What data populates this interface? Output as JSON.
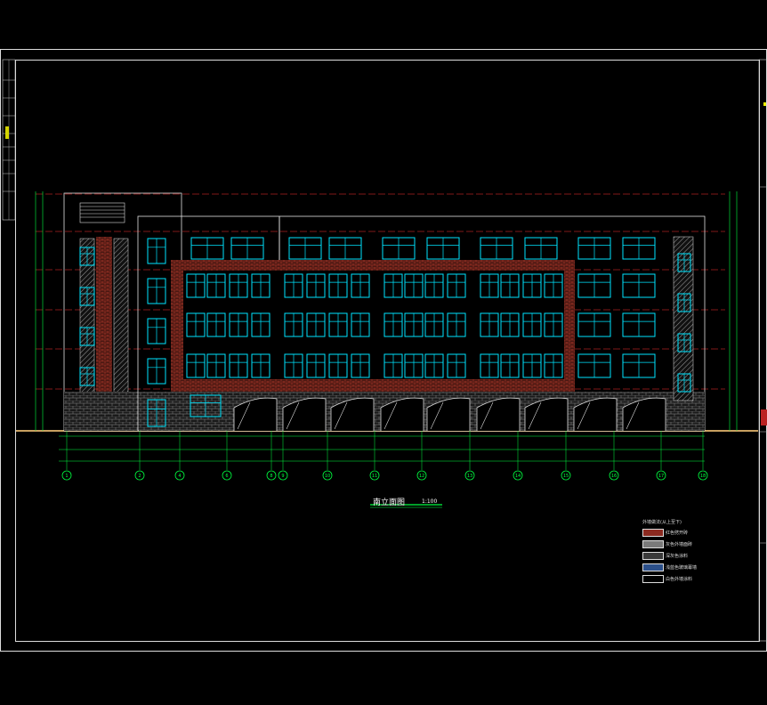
{
  "drawing": {
    "title": "南立面图",
    "scale": "1:100",
    "grid_labels": [
      "1",
      "2",
      "4",
      "6",
      "8",
      "9",
      "10",
      "11",
      "12",
      "13",
      "14",
      "15",
      "16",
      "17",
      "18"
    ]
  },
  "legend": {
    "title": "外墙做法(从上至下)",
    "items": [
      {
        "label": "红色劈开砖",
        "color": "#8b2a20"
      },
      {
        "label": "灰色外墙面砖",
        "color": "#7a7a7a"
      },
      {
        "label": "深灰色涂料",
        "color": "#3a3a3a"
      },
      {
        "label": "浅蓝色玻璃幕墙",
        "color": "#2b4f8a"
      },
      {
        "label": "白色外墙涂料",
        "color": "#000000"
      }
    ]
  },
  "colors": {
    "frame": "#ffffff",
    "window": "#00e5ff",
    "brick": "#7a2a22",
    "dimension": "#00ff40",
    "level": "#ff3030",
    "outline": "#e0e0e0"
  }
}
